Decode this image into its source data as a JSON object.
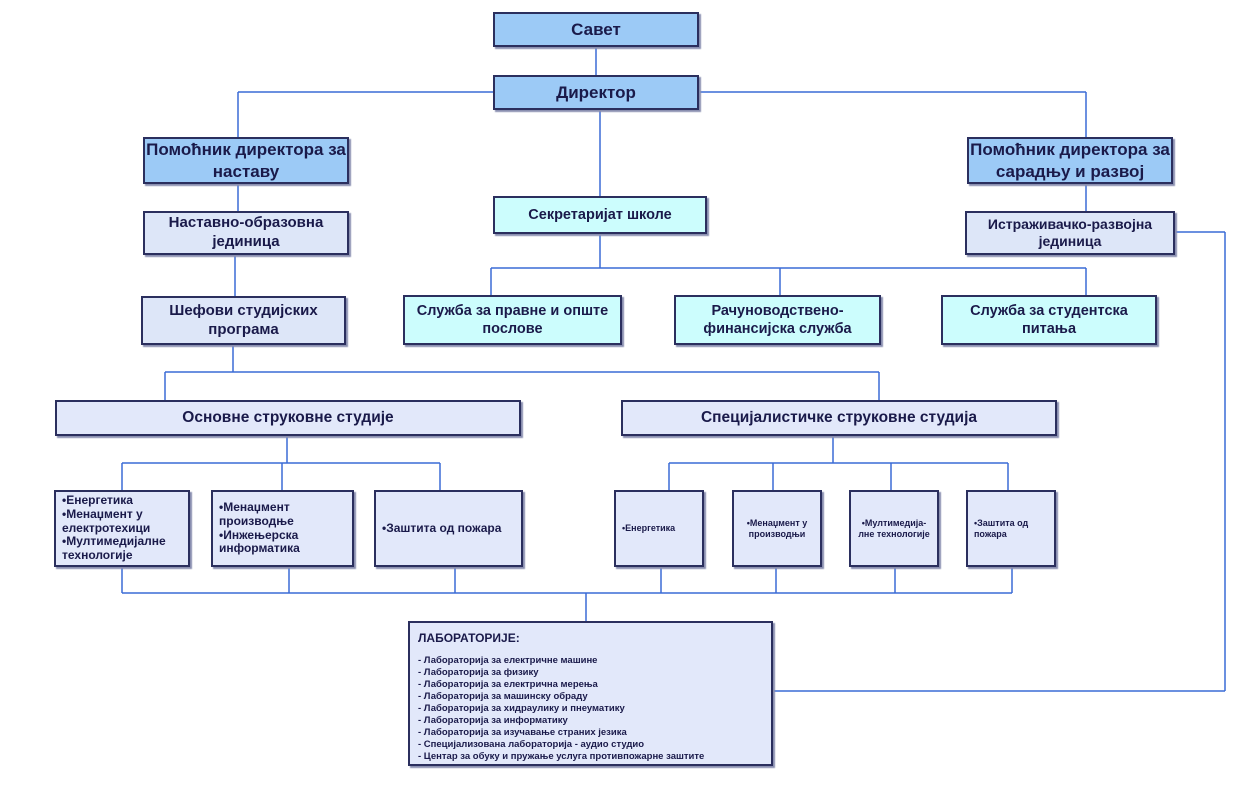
{
  "nodes": {
    "savet": "Савет",
    "direktor": "Директор",
    "pom_nastava": "Помоћник директора за наставу",
    "pom_razvoj": "Помоћник директора за сарадњу и развој",
    "nastavno": "Наставно-образовна јединица",
    "sekretarijat": "Секретаријат школе",
    "istrazivacko": "Истраживачко-развојна јединица",
    "sefovi": "Шефови студијских програма",
    "pravne": "Служба за правне и опште послове",
    "racunovodstvo": "Рачуноводствено-финансијска служба",
    "studentska": "Служба за студентска питања",
    "osnovne": "Основне струковне студије",
    "specijalisticke": "Специјалистичке струковне студија"
  },
  "osnovne_programi": [
    [
      "Енергетика",
      "Менаџмент у електротехици",
      "Мултимедијалне технологије"
    ],
    [
      "Менаџмент производње",
      "Инжењерска информатика"
    ],
    [
      "Заштита од пожара"
    ]
  ],
  "spec_programi": [
    "Енергетика",
    "Менаџмент у производњи",
    "Мултимедија-лне технологије",
    "Заштита од пожара"
  ],
  "labs": {
    "title": "ЛАБОРАТОРИЈЕ:",
    "items": [
      "- Лабораторија за електричне машине",
      "- Лабораторија за физику",
      "- Лабораторија за електрична мерења",
      "- Лабораторија за машинску обраду",
      "- Лабораторија за хидраулику и пнеуматику",
      "- Лабораторија за информатику",
      "- Лабораторија за изучавање страних језика",
      "- Специјализована лабораторија - аудио студио",
      "- Центар за обуку и пружање услуга  противпожарне заштите"
    ]
  },
  "colors": {
    "line": "#3a6bd6",
    "dark_box": "#9ccaf6",
    "cyan_box": "#ccfdfd",
    "light_box": "#e2e8fa",
    "border": "#2b2f5e"
  }
}
